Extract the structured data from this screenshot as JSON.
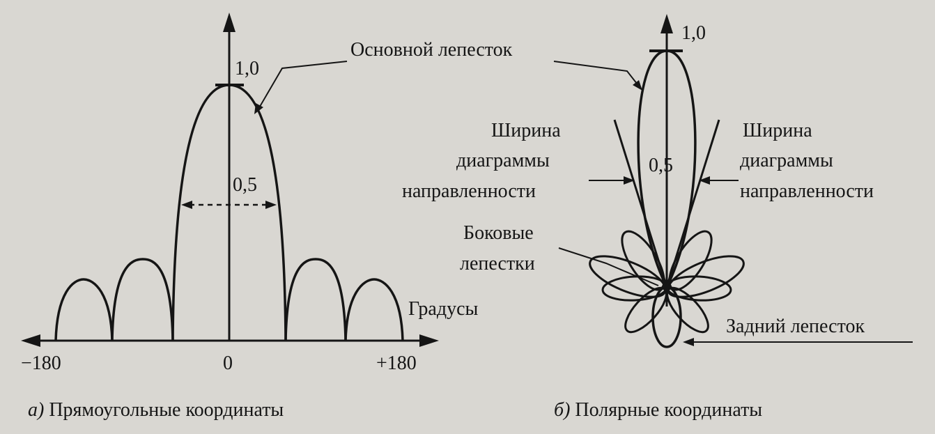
{
  "colors": {
    "paper": "#d9d7d2",
    "ink": "#151515"
  },
  "rect_plot": {
    "peak_label": "1,0",
    "half_label": "0,5",
    "x_min_label": "−180",
    "x_zero_label": "0",
    "x_max_label": "+180",
    "axis_name": "Градусы",
    "caption_letter": "а)",
    "caption_text": " Прямоугольные координаты"
  },
  "polar_plot": {
    "peak_label": "1,0",
    "half_label": "0,5",
    "caption_letter": "б)",
    "caption_text": " Полярные координаты"
  },
  "annotations": {
    "main_lobe": "Основной лепесток",
    "beam_width_line1": "Ширина",
    "beam_width_line2": "диаграммы",
    "beam_width_line3": "направленности",
    "side_lobes_line1": "Боковые",
    "side_lobes_line2": "лепестки",
    "back_lobe": "Задний лепесток"
  }
}
